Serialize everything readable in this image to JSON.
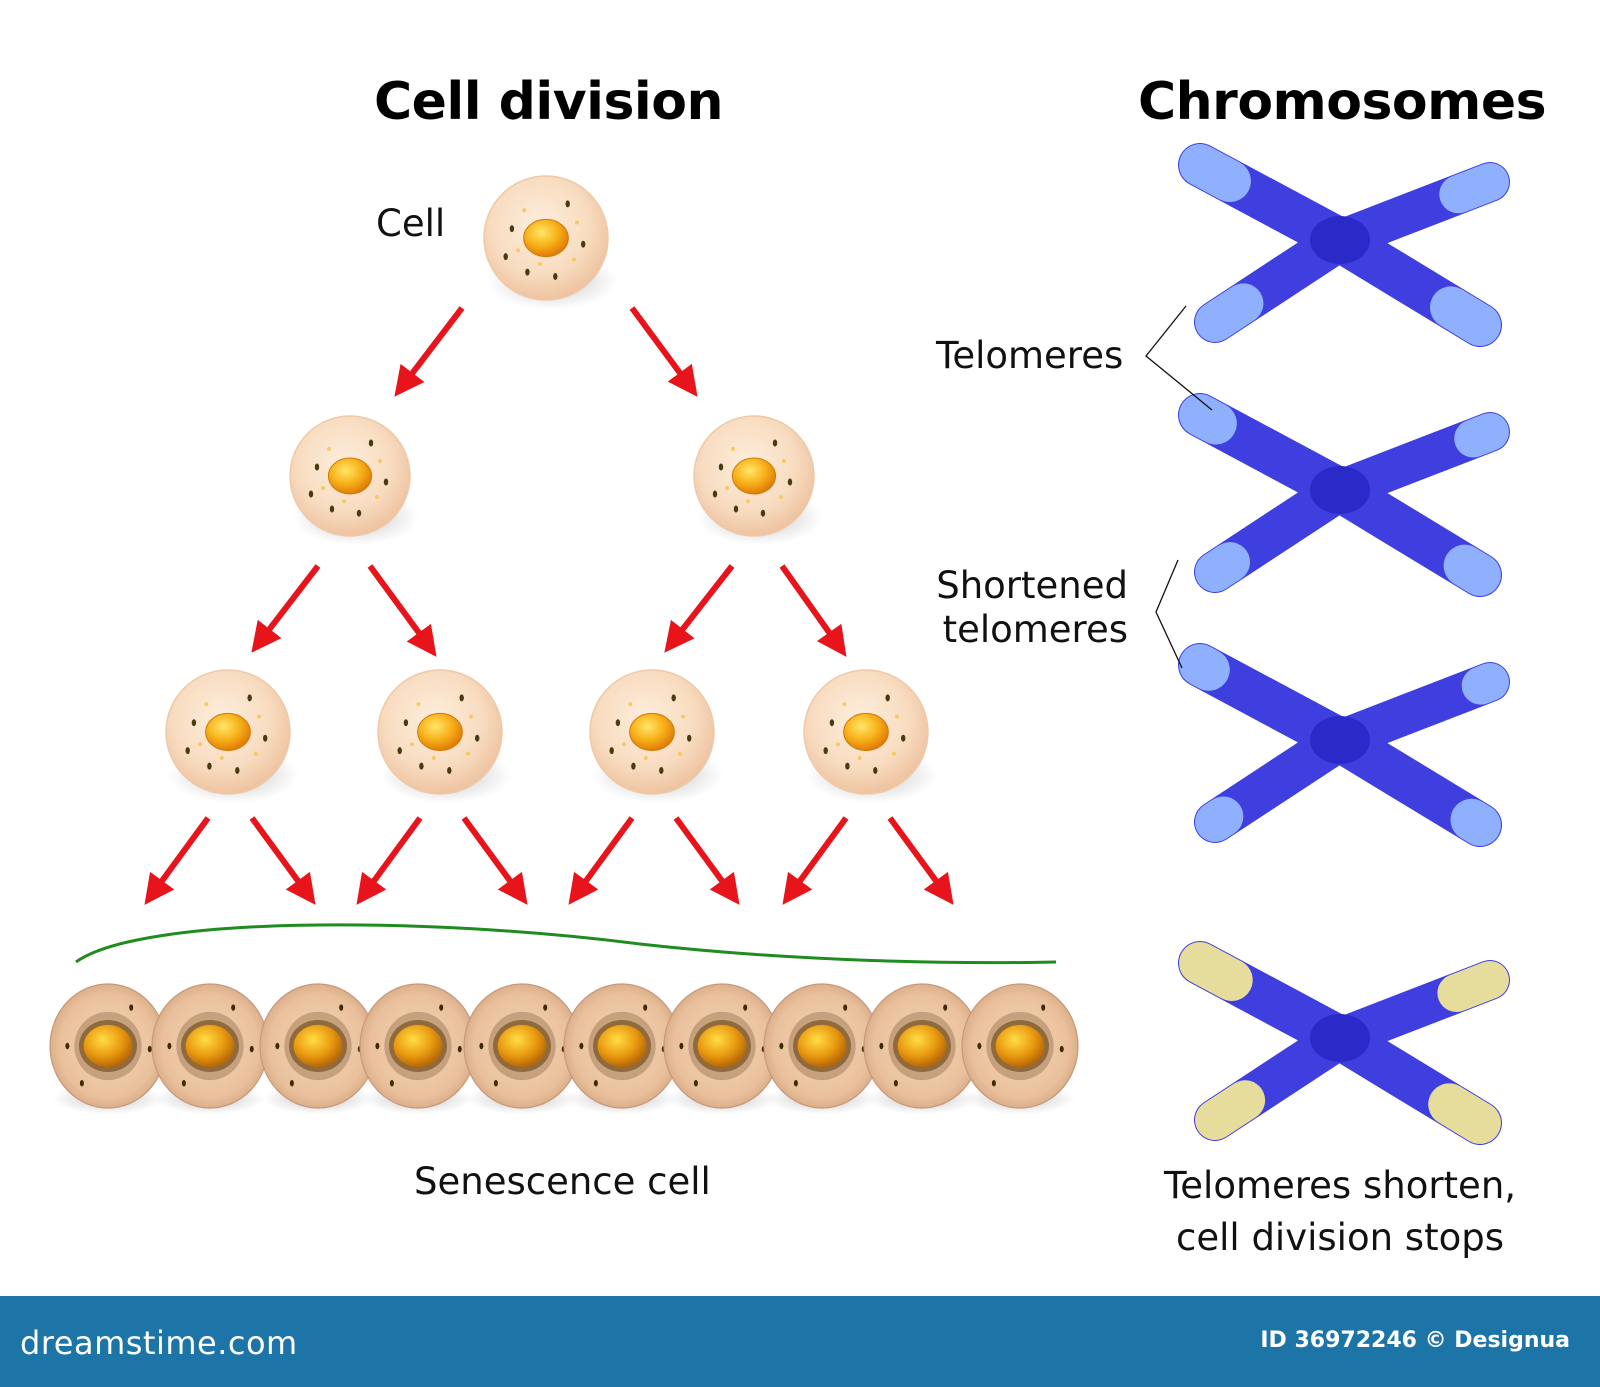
{
  "headings": {
    "cell_division": "Cell division",
    "chromosomes": "Chromosomes"
  },
  "labels": {
    "cell": "Cell",
    "telomeres": "Telomeres",
    "shortened_line1": "Shortened",
    "shortened_line2": "telomeres",
    "senescence": "Senescence cell",
    "stop_line1": "Telomeres shorten,",
    "stop_line2": "cell division stops"
  },
  "footer": {
    "logo": "dreamstime.com",
    "id_text": "ID 36972246 © Designua"
  },
  "colors": {
    "arrow": "#e8141c",
    "chromosome": "#3f3fe0",
    "chromosome_dark": "#2a2ac8",
    "telomere_normal": "#8fb0ff",
    "telomere_short": "#e6dc9c",
    "cell_body": "#f7d9bd",
    "nucleus": "#f5a312",
    "green_line": "#1e8c1e",
    "footer_bg": "#1c74a7"
  }
}
